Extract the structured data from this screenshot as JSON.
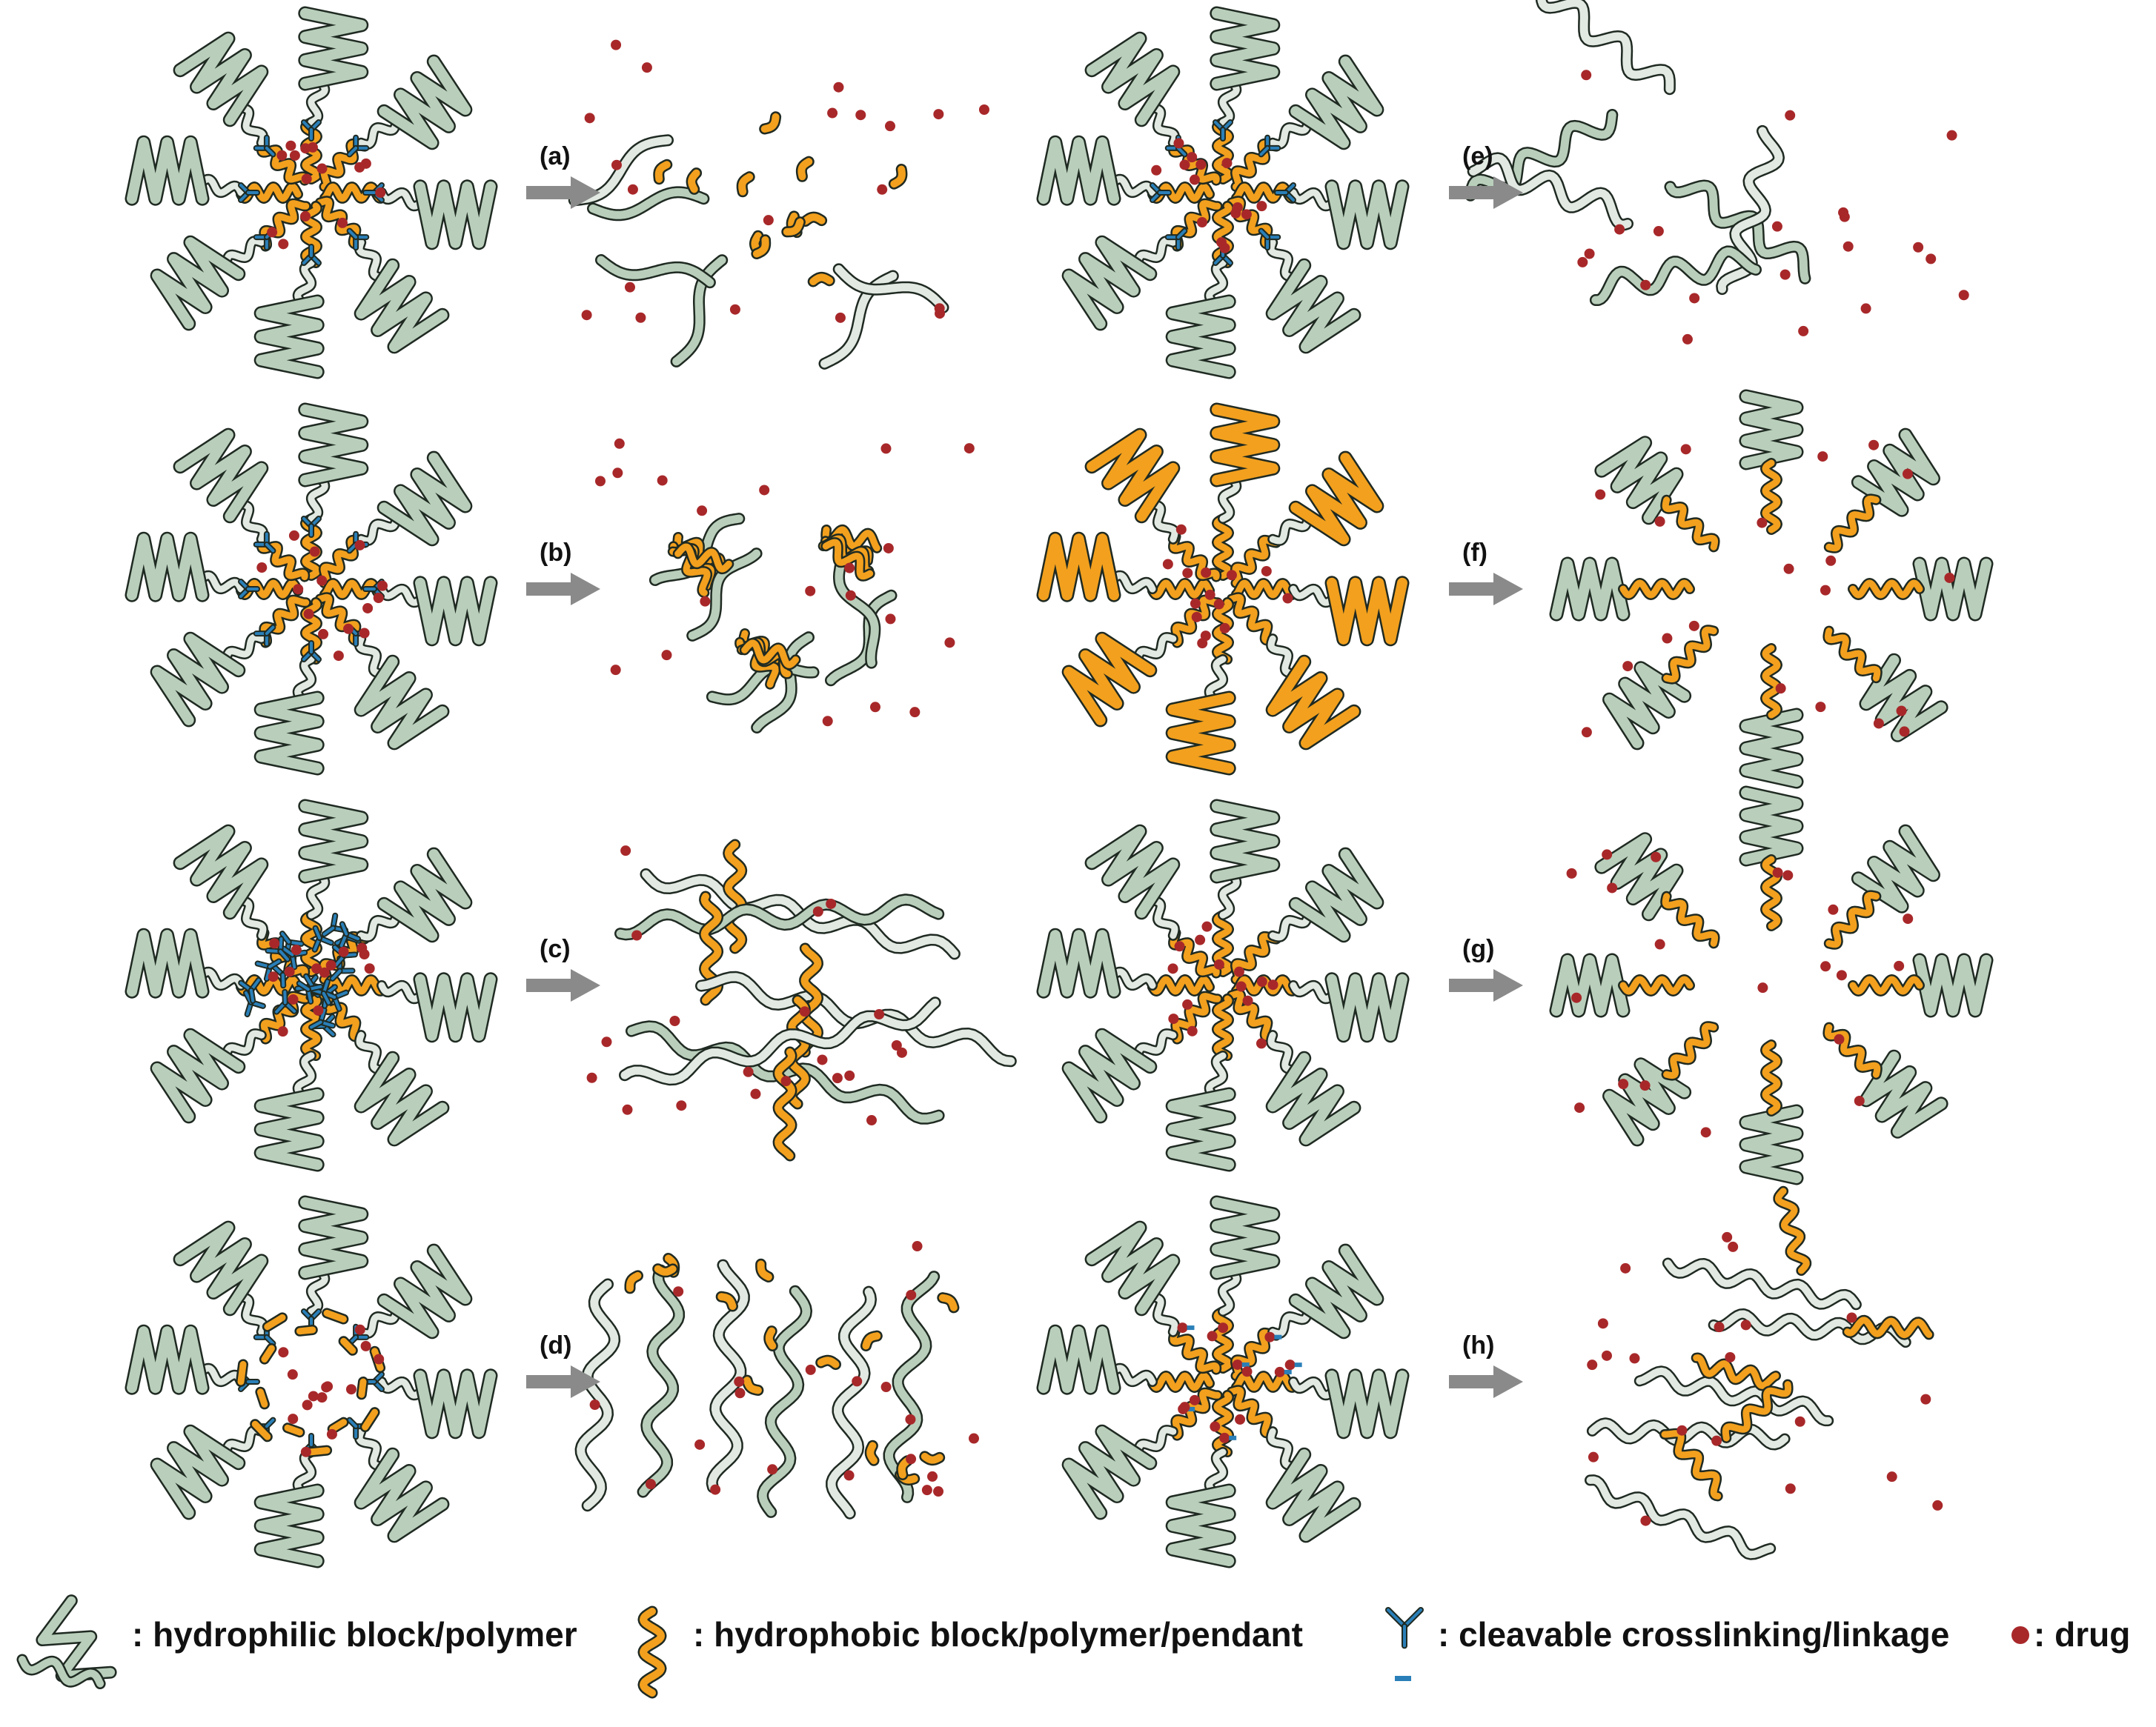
{
  "steps": [
    {
      "label": "(a)",
      "description": "hydrophobic block cleaved into fragments, micelle dissociates"
    },
    {
      "label": "(b)",
      "description": "linkage between blocks cleaved, hydrophobic cores aggregate"
    },
    {
      "label": "(c)",
      "description": "core crosslinks cleaved, network loosens"
    },
    {
      "label": "(d)",
      "description": "pendant groups cleaved from backbone"
    },
    {
      "label": "(e)",
      "description": "hydrophobic block becomes hydrophilic"
    },
    {
      "label": "(f)",
      "description": "hydrophilic block becomes hydrophobic, aggregation"
    },
    {
      "label": "(g)",
      "description": "micelle dissociates into individual chains"
    },
    {
      "label": "(h)",
      "description": "cleavable pendants released"
    }
  ],
  "legend": {
    "hydrophilic": ": hydrophilic block/polymer",
    "hydrophobic": ": hydrophobic block/polymer/pendant",
    "crosslink": ": cleavable crosslinking/linkage",
    "drug": ": drug"
  },
  "colors": {
    "hydrophilic_fill": "#b9cfbb",
    "hydrophilic_light": "#e2e9e2",
    "hydrophobic_fill": "#f2a01e",
    "crosslink": "#2a7fb8",
    "drug": "#a8282a",
    "outline": "#1f2a22",
    "arrow": "#8a8a8a"
  }
}
